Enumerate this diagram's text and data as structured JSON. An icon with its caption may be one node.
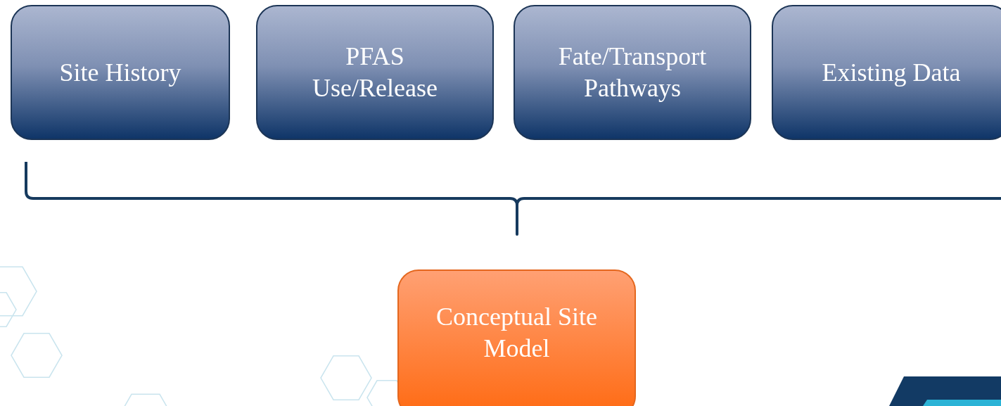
{
  "diagram": {
    "nodes": [
      {
        "text": [
          "Site History"
        ]
      },
      {
        "text": [
          "PFAS Use/Release"
        ]
      },
      {
        "text": [
          "Fate/Transport Pathways"
        ]
      },
      {
        "text": [
          "Existing Data"
        ]
      },
      {
        "text": [
          "Conceptual Site Model"
        ]
      }
    ]
  }
}
